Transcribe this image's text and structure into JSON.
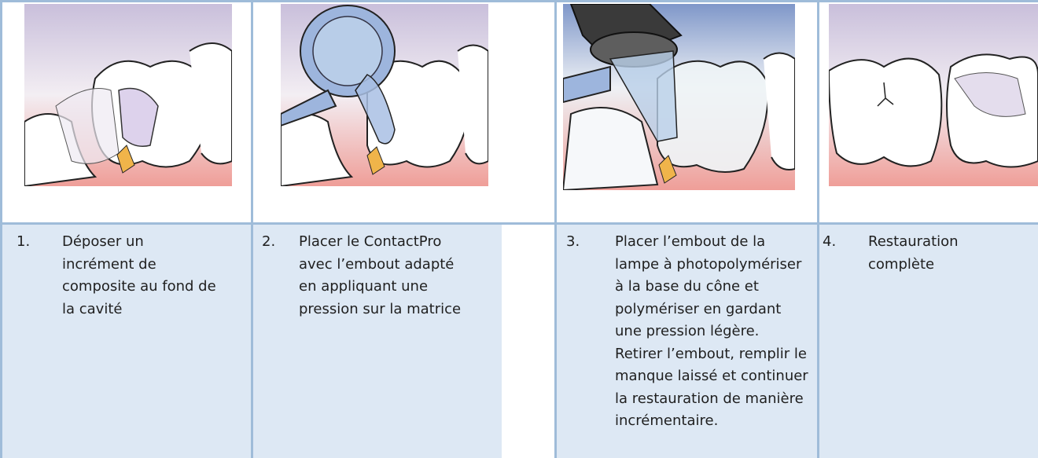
{
  "steps": [
    {
      "number": "1.",
      "lines": [
        "Déposer un",
        "incrément de",
        "composite au fond de",
        "la cavité"
      ]
    },
    {
      "number": "2.",
      "lines": [
        "Placer le ContactPro",
        "avec l’embout adapté",
        "en appliquant une",
        "pression sur la matrice"
      ]
    },
    {
      "number": "3.",
      "lines": [
        "Placer l’embout de la",
        "lampe à photopolymériser",
        "à la base du cône et",
        "polymériser en gardant",
        "une pression légère.",
        "Retirer l’embout, remplir le",
        "manque laissé et continuer",
        "la restauration de manière",
        "incrémentaire."
      ]
    },
    {
      "number": "4.",
      "lines": [
        "Restauration",
        "complète"
      ]
    }
  ],
  "images": [
    {
      "name": "step1-illustration",
      "icon": "tooth-composite-increment-illustration"
    },
    {
      "name": "step2-illustration",
      "icon": "tooth-contactpro-illustration"
    },
    {
      "name": "step3-illustration",
      "icon": "tooth-curing-light-illustration"
    },
    {
      "name": "step4-illustration",
      "icon": "tooth-restoration-complete-illustration"
    }
  ],
  "colors": {
    "border": "#9fbcd9",
    "text_cell_bg": "#dde8f4",
    "gum": "#e99a94",
    "instrument": "#9db5dd"
  }
}
